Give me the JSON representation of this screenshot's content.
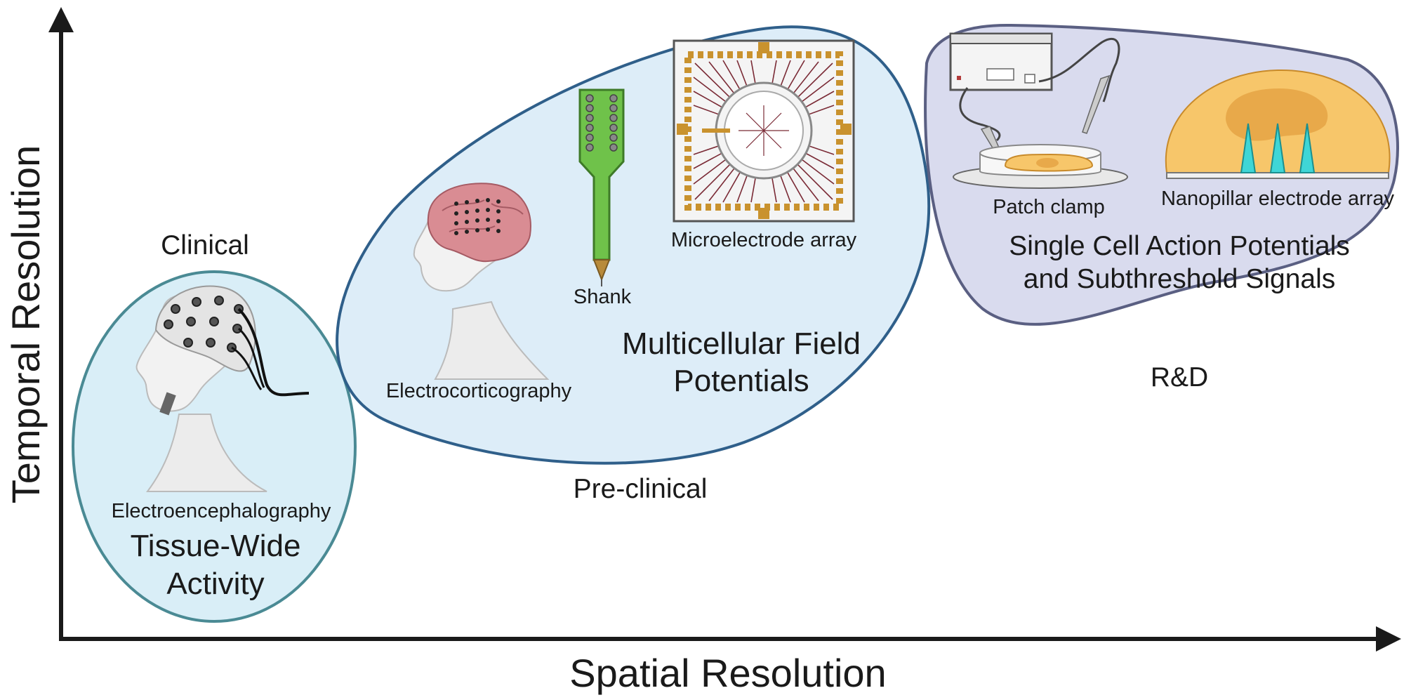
{
  "axes": {
    "x_label": "Spatial Resolution",
    "y_label": "Temporal Resolution"
  },
  "regions": {
    "clinical": {
      "category": "Clinical",
      "technique": "Electroencephalography",
      "signal_line1": "Tissue-Wide",
      "signal_line2": "Activity",
      "fill": "#d9eef7",
      "stroke": "#4a8a94"
    },
    "preclinical": {
      "category": "Pre-clinical",
      "technique_ecog": "Electrocorticography",
      "technique_shank": "Shank",
      "technique_mea": "Microelectrode array",
      "signal_line1": "Multicellular Field",
      "signal_line2": "Potentials",
      "fill": "#ddedf8",
      "stroke": "#2f5f8a"
    },
    "rnd": {
      "category": "R&D",
      "technique_patch": "Patch clamp",
      "technique_nano": "Nanopillar electrode array",
      "signal_line1": "Single Cell Action Potentials",
      "signal_line2": "and Subthreshold Signals",
      "fill": "#d9dbee",
      "stroke": "#5a5f82"
    }
  },
  "colors": {
    "axis": "#1a1a1a",
    "brain": "#d98c93",
    "shank": "#6fc24a",
    "mea_pad": "#c9922e",
    "mea_trace": "#7a2a35",
    "cell": "#f7c66a",
    "pillar": "#3fd6d6"
  },
  "icons": [
    "eeg-head-icon",
    "ecog-head-icon",
    "shank-probe-icon",
    "microelectrode-array-icon",
    "patch-clamp-rig-icon",
    "nanopillar-array-icon"
  ]
}
